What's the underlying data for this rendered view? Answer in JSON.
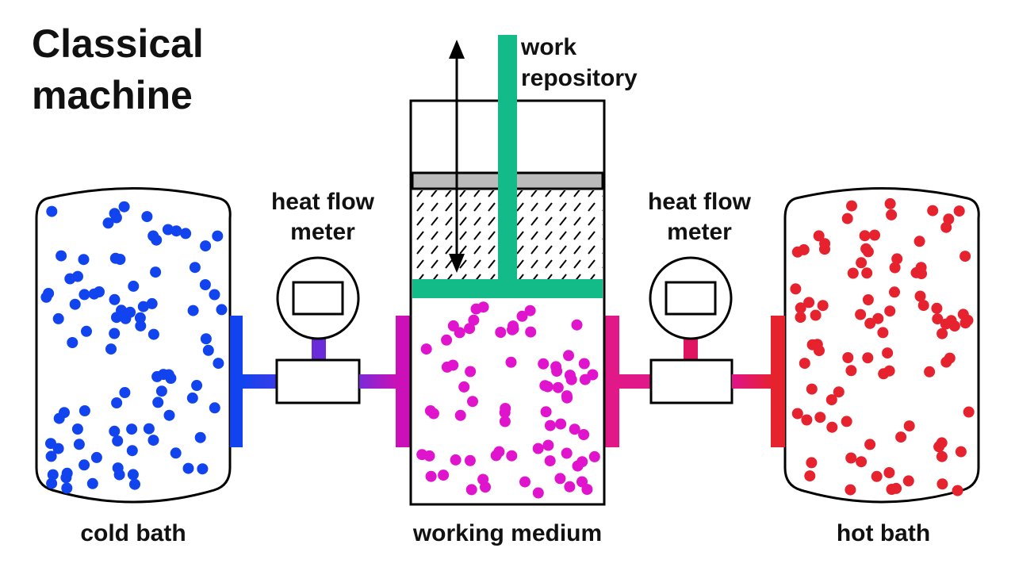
{
  "title": {
    "line1": "Classical",
    "line2": "machine"
  },
  "labels": {
    "cold_bath": "cold bath",
    "hot_bath": "hot bath",
    "working_medium": "working medium",
    "work_repository_line1": "work",
    "work_repository_line2": "repository",
    "meter_left_line1": "heat flow",
    "meter_left_line2": "meter",
    "meter_right_line1": "heat flow",
    "meter_right_line2": "meter"
  },
  "colors": {
    "cold": "#1144ee",
    "hot": "#e5222e",
    "medium": "#e014cc",
    "work": "#12bb88",
    "purple": "#6a2bd8",
    "magenta_left": "#cc10b8",
    "magenta_right": "#e01888",
    "pink_stem": "#e01460",
    "piston_gray": "#bbbbbb",
    "outline": "#000000"
  },
  "icons": {
    "meter_left": "gauge-icon",
    "meter_right": "gauge-icon",
    "piston_arrow": "double-arrow-icon"
  }
}
